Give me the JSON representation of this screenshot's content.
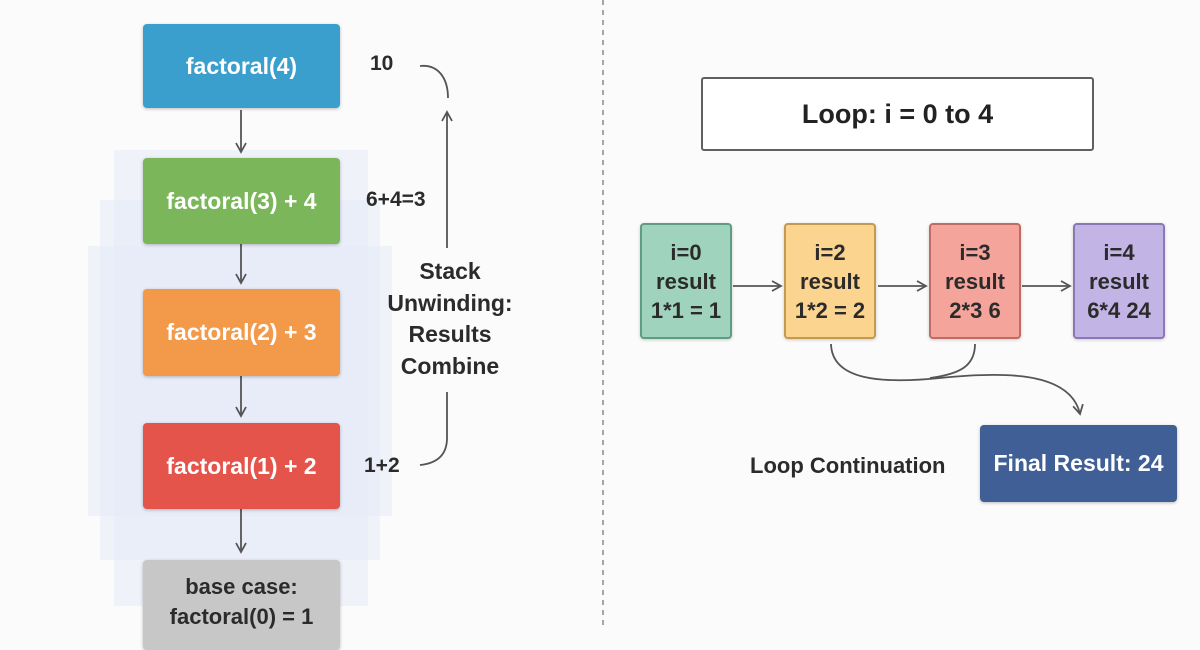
{
  "recursion": {
    "frames": [
      {
        "label": "factoral(4)",
        "color": "#3b9fce"
      },
      {
        "label": "factoral(3) + 4",
        "color": "#7bb65a"
      },
      {
        "label": "factoral(2) + 3",
        "color": "#f2994a"
      },
      {
        "label": "factoral(1) + 2",
        "color": "#e5544b"
      }
    ],
    "base_case": {
      "line1": "base case:",
      "line2": "factoral(0) = 1",
      "color": "#c7c7c7"
    },
    "side_labels": [
      "10",
      "6+4=3",
      "1+2"
    ],
    "caption": [
      "Stack",
      "Unwinding:",
      "Results",
      "Combine"
    ]
  },
  "loop": {
    "header": "Loop: i = 0 to 4",
    "iterations": [
      {
        "i": "i=0",
        "word": "result",
        "expr": "1*1 = 1",
        "color": "#9fd3bd",
        "border": "#5f9c84"
      },
      {
        "i": "i=2",
        "word": "result",
        "expr": "1*2 = 2",
        "color": "#fbd490",
        "border": "#c39a4f"
      },
      {
        "i": "i=3",
        "word": "result",
        "expr": "2*3 6",
        "color": "#f5a49b",
        "border": "#bf6d64"
      },
      {
        "i": "i=4",
        "word": "result",
        "expr": "6*4 24",
        "color": "#c3b4e6",
        "border": "#8978b5"
      }
    ],
    "continuation_label": "Loop Continuation",
    "final_result": {
      "label": "Final Result: 24",
      "color": "#3f5f96"
    }
  }
}
